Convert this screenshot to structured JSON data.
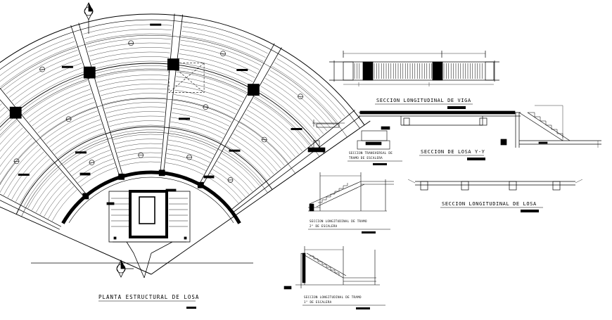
{
  "drawing": {
    "plan_title": "PLANTA ESTRUCTURAL DE LOSA",
    "section_viga_title": "SECCION LONGITUDINAL DE VIGA",
    "section_losa_yy_title": "SECCION DE LOSA Y-Y",
    "section_losa_long_title": "SECCION LONGITUDINAL DE LOSA",
    "section_transversal_line1": "SECCION TRANSVERSAL DE",
    "section_transversal_line2": "TRAMO DE ESCALERA",
    "section_tramo2_line1": "SECCION LONGITUDINAL DE TRAMO",
    "section_tramo2_line2": "2° DE ESCALERA",
    "section_tramo1_line1": "SECCION LONGITUDINAL DE TRAMO",
    "section_tramo1_line2": "1° DE ESCALERA"
  },
  "colors": {
    "ink": "#000000",
    "paper": "#ffffff"
  }
}
